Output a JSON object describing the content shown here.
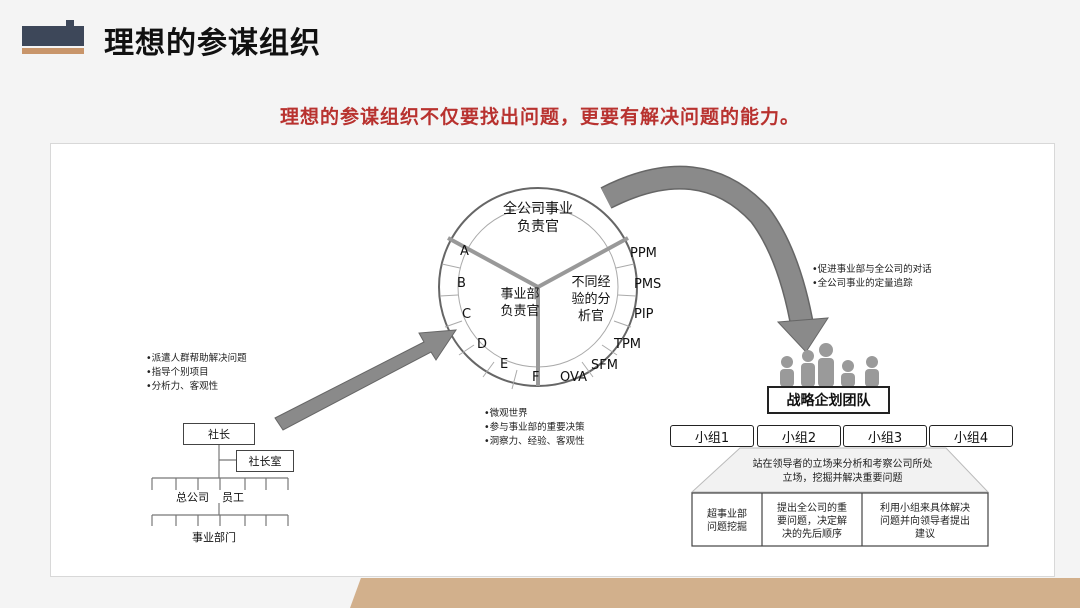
{
  "header": {
    "title": "理想的参谋组织"
  },
  "subtitle": "理想的参谋组织不仅要找出问题，更要有解决问题的能力。",
  "circle": {
    "top": "全公司事业\n负责官",
    "left": "事业部\n负责官",
    "right": "不同经\n验的分\n析官",
    "left_letters": [
      "A",
      "B",
      "C",
      "D",
      "E",
      "F"
    ],
    "right_labels": [
      "PPM",
      "PMS",
      "PIP",
      "TPM",
      "SFM",
      "OVA"
    ]
  },
  "left_notes": [
    "•派遣人群帮助解决问题",
    "•指导个别项目",
    "•分析力、客观性"
  ],
  "bottom_notes": [
    "•微观世界",
    "•参与事业部的重要决策",
    "•洞察力、经验、客观性"
  ],
  "right_notes": [
    "•促进事业部与全公司的对话",
    "•全公司事业的定量追踪"
  ],
  "org": {
    "president": "社长",
    "office": "社长室",
    "hq": "总公司",
    "staff": "员工",
    "divisions": "事业部门"
  },
  "team": {
    "name": "战略企划团队",
    "groups": [
      "小组1",
      "小组2",
      "小组3",
      "小组4"
    ],
    "stance": "站在领导者的立场来分析和考察公司所处\n立场，挖掘并解决重要问题",
    "tasks": [
      "超事业部\n问题挖掘",
      "提出全公司的重\n要问题，决定解\n决的先后顺序",
      "利用小组来具体解决\n问题并向领导者提出\n建议"
    ]
  },
  "colors": {
    "accent_red": "#b8322f",
    "header_dark": "#3d4759",
    "tan": "#c8956a",
    "arrow_gray": "#8a8a8a"
  }
}
